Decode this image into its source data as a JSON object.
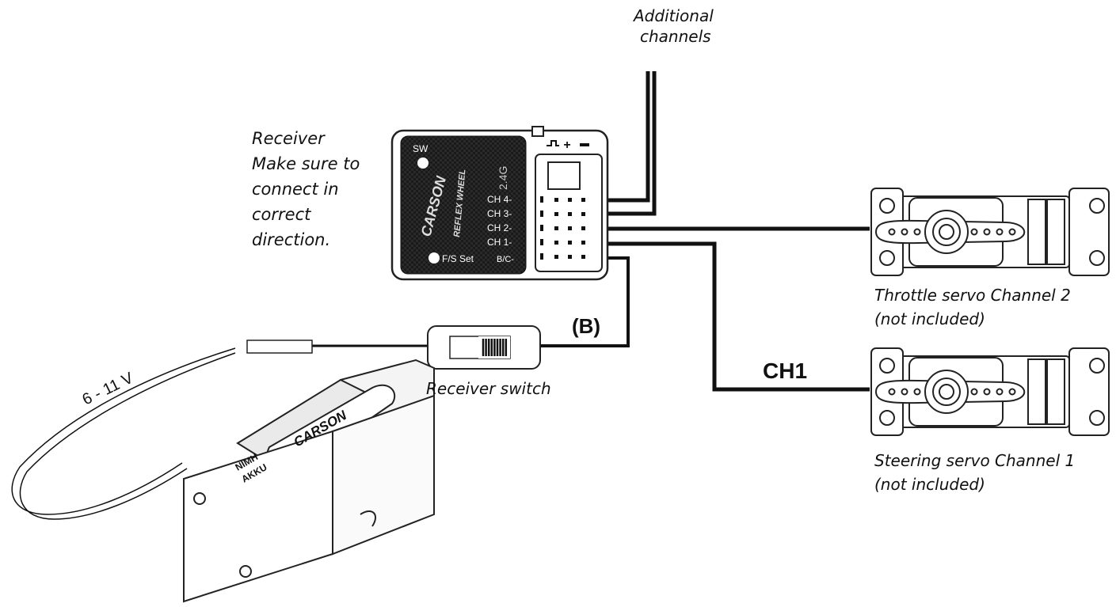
{
  "labels": {
    "additional_channels_1": "Additional",
    "additional_channels_2": "channels",
    "receiver_1": "Receiver",
    "receiver_2": "Make sure to",
    "receiver_3": "connect in",
    "receiver_4": "correct",
    "receiver_5": "direction.",
    "throttle_1": "Throttle servo Channel 2",
    "throttle_2": "(not included)",
    "steering_1": "Steering servo Channel 1",
    "steering_2": "(not included)",
    "receiver_switch": "Receiver switch",
    "b_marker": "(B)",
    "ch1_marker": "CH1",
    "voltage": "6 - 11 V"
  },
  "receiver": {
    "sw_label": "SW",
    "fs_label": "F/S Set",
    "brand": "CARSON",
    "model": "REFLEX WHEEL",
    "band": "2.4G",
    "channels": [
      "CH 4-",
      "CH 3-",
      "CH 2-",
      "CH 1-",
      "B/C-"
    ]
  },
  "battery": {
    "brand": "CARSON",
    "print_1": "NIMH",
    "print_2": "AKKU"
  },
  "colors": {
    "line": "#111111",
    "receiver_body": "#1c1c1c",
    "outline": "#222222"
  }
}
